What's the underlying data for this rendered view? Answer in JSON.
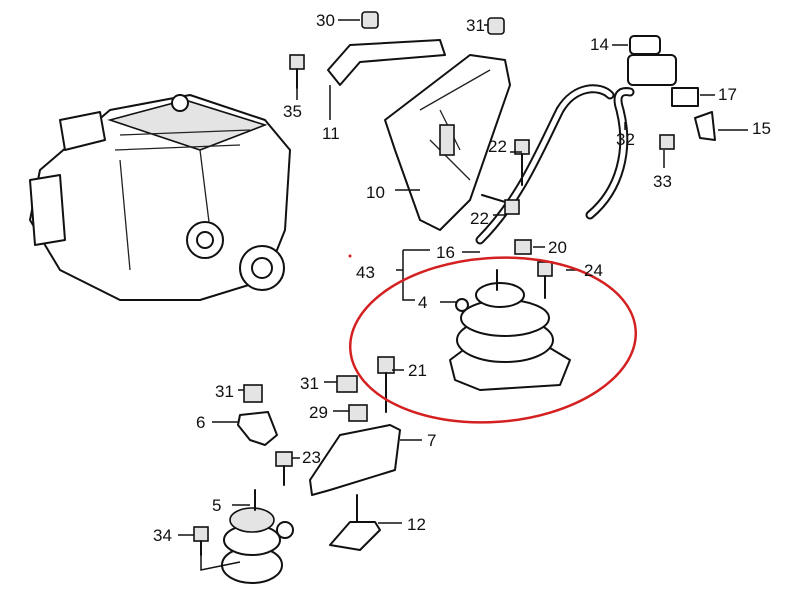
{
  "diagram": {
    "title": "Engine mount parts diagram",
    "highlight_color": "#d42020",
    "callouts": [
      "30",
      "31",
      "35",
      "11",
      "14",
      "17",
      "15",
      "32",
      "33",
      "22",
      "22",
      "10",
      "16",
      "20",
      "43",
      "24",
      "4",
      "21",
      "31",
      "31",
      "29",
      "6",
      "7",
      "23",
      "5",
      "34",
      "12"
    ]
  }
}
